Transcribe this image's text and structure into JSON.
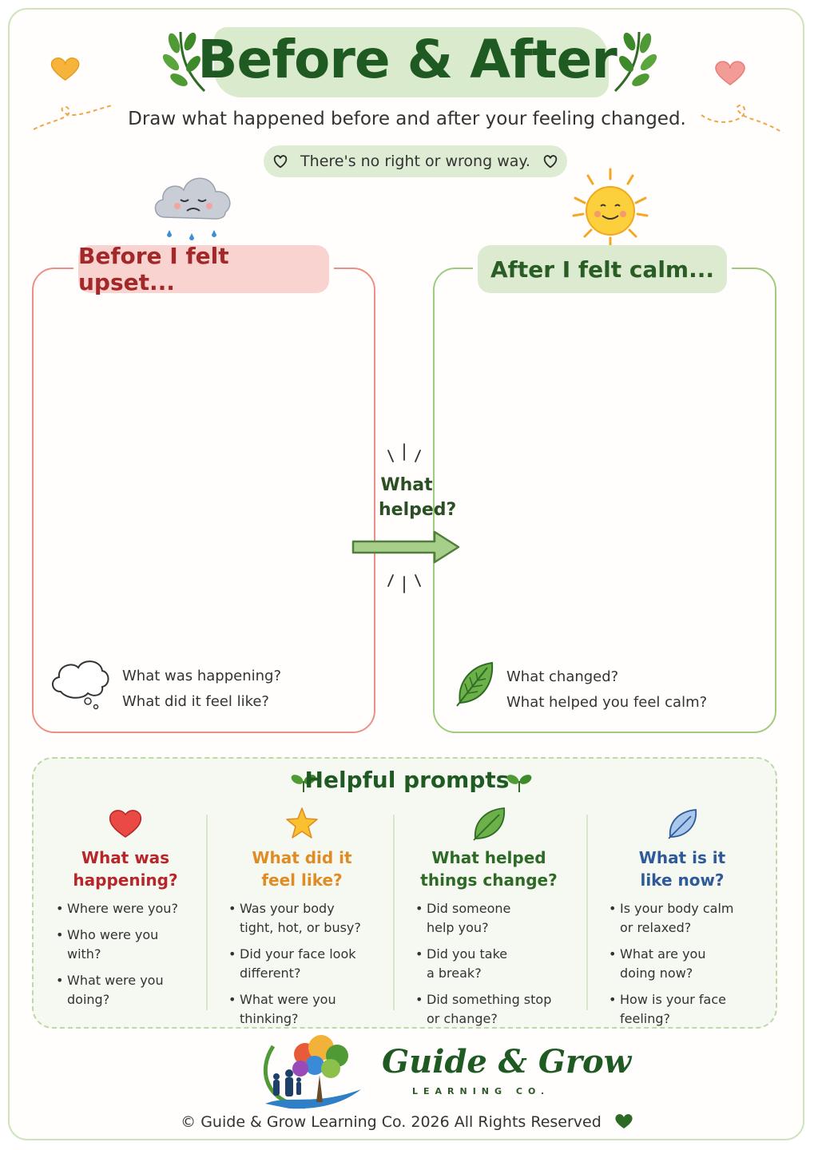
{
  "header": {
    "title": "Before & After",
    "subtitle": "Draw what happened before and after your feeling changed.",
    "pill_text": "There's no right or wrong way."
  },
  "panels": {
    "before": {
      "title": "Before I felt upset...",
      "q1": "What was happening?",
      "q2": "What did it feel like?"
    },
    "after": {
      "title": "After I felt calm...",
      "q1": "What changed?",
      "q2": "What helped you feel calm?"
    },
    "middle_line1": "What",
    "middle_line2": "helped?"
  },
  "prompts": {
    "title": "Helpful prompts",
    "columns": [
      {
        "head_line1": "What was",
        "head_line2": "happening?",
        "color": "#b8262a",
        "icon": "heart-icon",
        "items": [
          [
            "Where were you?"
          ],
          [
            "Who were you",
            "with?"
          ],
          [
            "What were you",
            "doing?"
          ]
        ]
      },
      {
        "head_line1": "What did it",
        "head_line2": "feel like?",
        "color": "#e08b24",
        "icon": "star-icon",
        "items": [
          [
            "Was your body",
            "tight, hot, or busy?"
          ],
          [
            "Did your face look",
            "different?"
          ],
          [
            "What were you",
            "thinking?"
          ]
        ]
      },
      {
        "head_line1": "What helped",
        "head_line2": "things change?",
        "color": "#2c6a25",
        "icon": "leaf-icon",
        "items": [
          [
            "Did someone",
            "help you?"
          ],
          [
            "Did you take",
            "a break?"
          ],
          [
            "Did something stop",
            "or change?"
          ]
        ]
      },
      {
        "head_line1": "What is it",
        "head_line2": "like now?",
        "color": "#2e5a9a",
        "icon": "blue-leaf-icon",
        "items": [
          [
            "Is your body calm",
            "or relaxed?"
          ],
          [
            "What are you",
            "doing now?"
          ],
          [
            "How is your face",
            "feeling?"
          ]
        ]
      }
    ]
  },
  "footer": {
    "brand": "Guide & Grow",
    "brand_sub": "LEARNING CO.",
    "copyright": "© Guide & Grow Learning Co. 2026 All Rights Reserved"
  },
  "colors": {
    "accent_green": "#1f5a23",
    "before_red": "#a3282a",
    "before_border": "#ee8f86",
    "after_border": "#9fcb7c"
  }
}
